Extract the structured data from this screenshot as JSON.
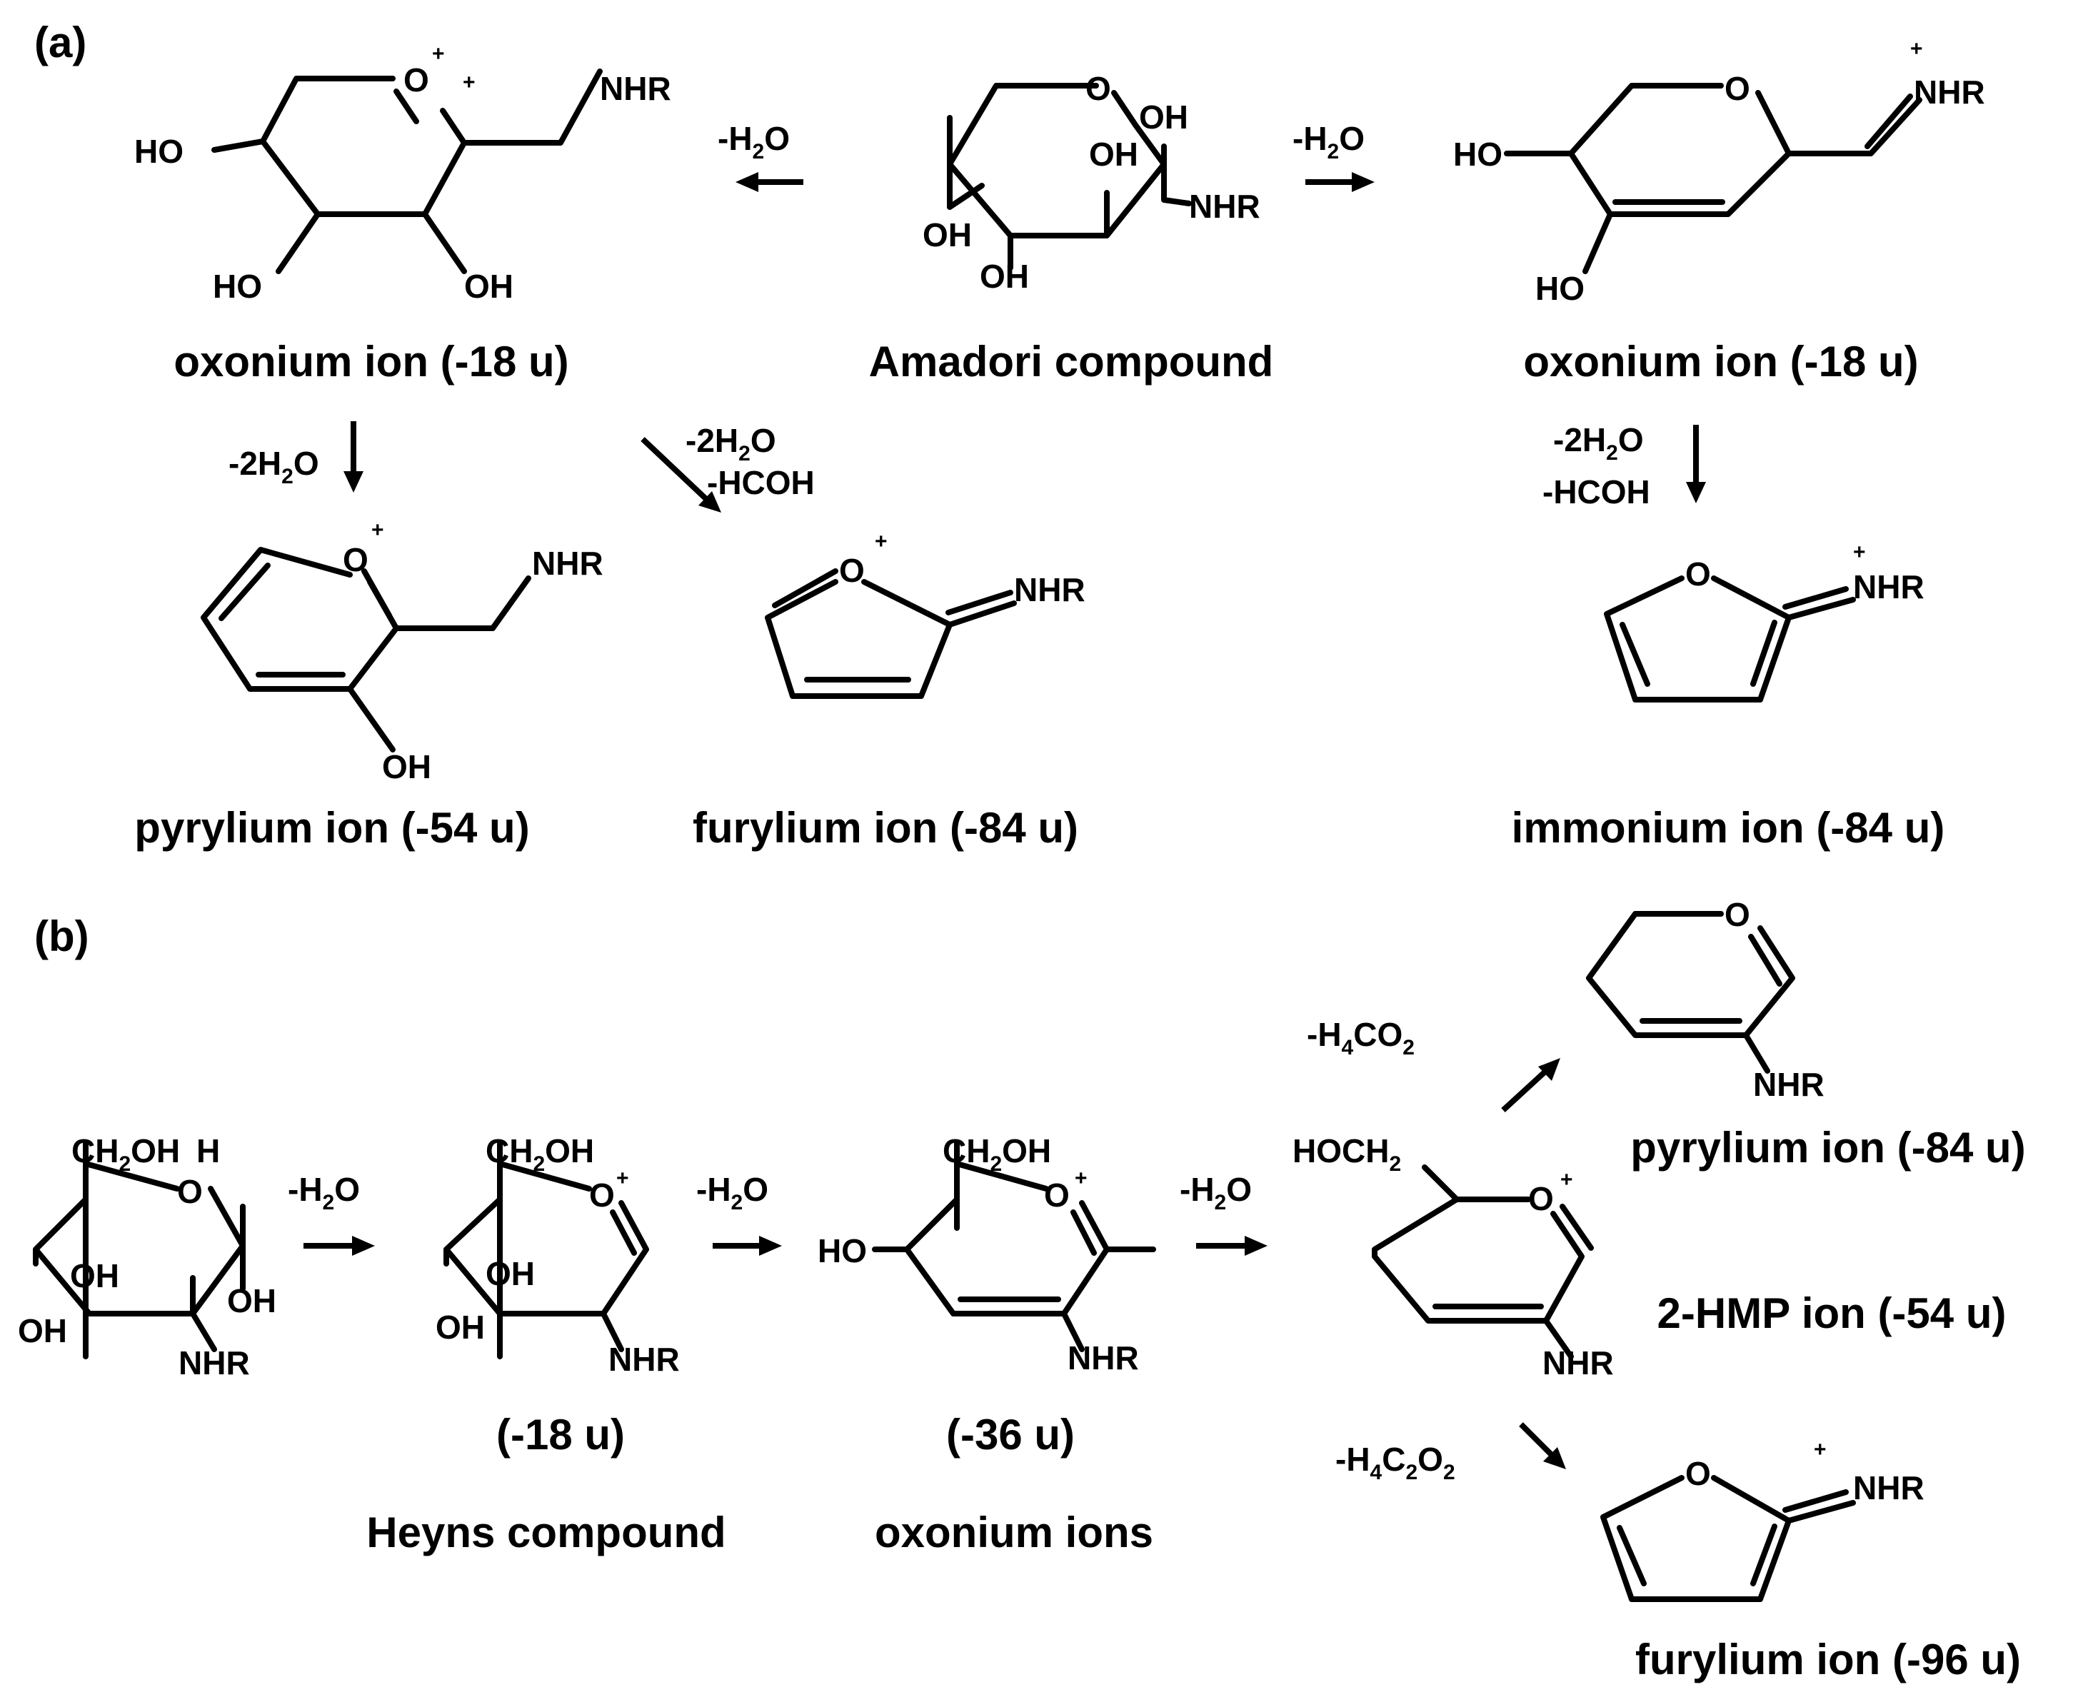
{
  "panels": {
    "a": "(a)",
    "b": "(b)"
  },
  "atoms": {
    "O": "O",
    "plus": "+",
    "HO": "HO",
    "OH": "OH",
    "H": "H",
    "NHR": "NHR",
    "CH": "CH",
    "HOCH": "HOCH",
    "two": "2"
  },
  "conditions": {
    "minus_h2o": {
      "pre": "-H",
      "sub": "2",
      "post": "O"
    },
    "minus_2h2o": {
      "pre": "-2H",
      "sub": "2",
      "post": "O"
    },
    "minus_hcoh": "-HCOH",
    "minus_h4co2": {
      "pre": "-H",
      "sub1": "4",
      "mid": "CO",
      "sub2": "2"
    },
    "minus_h4c2o2": {
      "pre": "-H",
      "sub1": "4",
      "mid1": "C",
      "sub2": "2",
      "mid2": "O",
      "sub3": "2"
    }
  },
  "compounds": {
    "a_oxonium_left": "oxonium ion (-18 u)",
    "a_amadori": "Amadori compound",
    "a_oxonium_right": "oxonium ion (-18 u)",
    "a_pyrylium": "pyrylium ion (-54 u)",
    "a_furylium": "furylium ion (-84 u)",
    "a_immonium": "immonium ion (-84 u)",
    "b_mass18": "(-18 u)",
    "b_heyns": "Heyns compound",
    "b_mass36": "(-36 u)",
    "b_oxonium": "oxonium ions",
    "b_pyrylium": "pyrylium ion (-84 u)",
    "b_hmp": "2-HMP ion (-54 u)",
    "b_furylium": "furylium ion (-96 u)"
  },
  "colors": {
    "ink": "#000000",
    "background": "#ffffff"
  }
}
